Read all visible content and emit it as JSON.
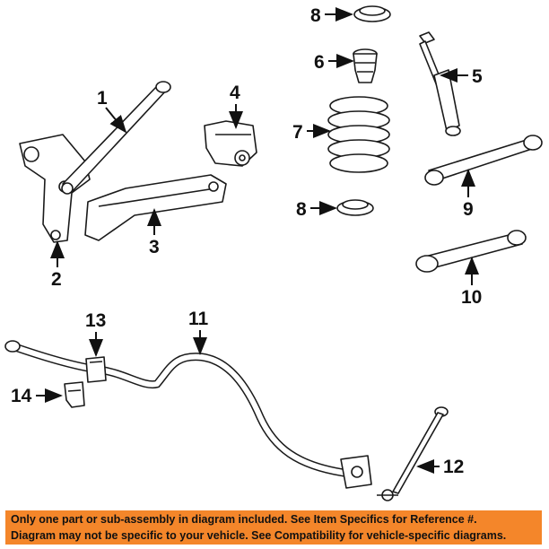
{
  "callouts": {
    "c1": "1",
    "c2": "2",
    "c3": "3",
    "c4": "4",
    "c5": "5",
    "c6": "6",
    "c7": "7",
    "c8a": "8",
    "c8b": "8",
    "c9": "9",
    "c10": "10",
    "c11": "11",
    "c12": "12",
    "c13": "13",
    "c14": "14"
  },
  "disclaimer": {
    "line1": "Only one part or sub-assembly in diagram included. See Item Specifics for Reference #.",
    "line2": "Diagram may not be specific to your vehicle. See Compatibility for vehicle-specific diagrams."
  },
  "colors": {
    "banner": "#f4862a",
    "ink": "#111111"
  }
}
